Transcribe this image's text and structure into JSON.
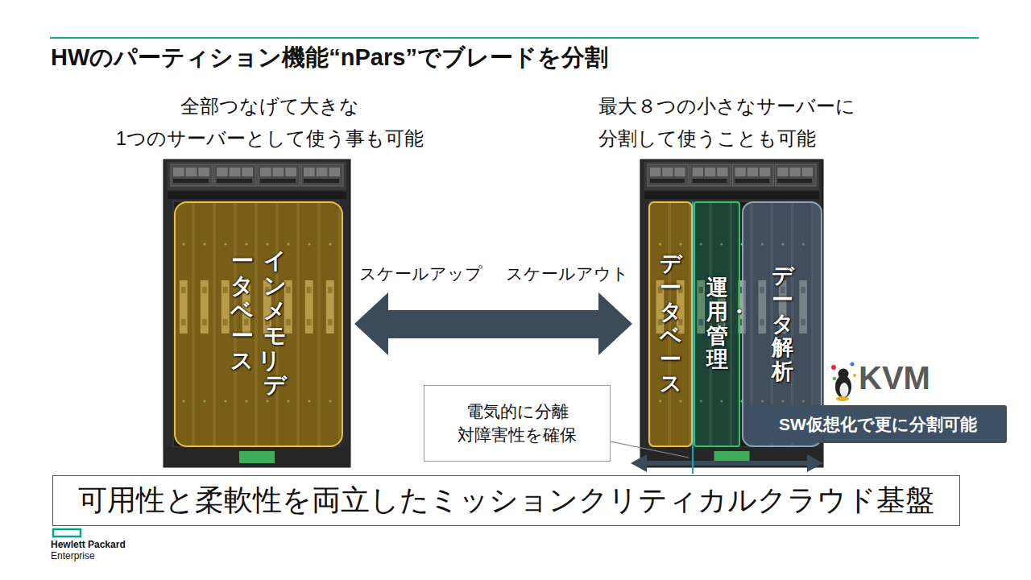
{
  "diagram": {
    "title": "HWのパーティション機能“nPars”でブレードを分割",
    "nodes": [
      {
        "text": [
          "インメモリ データベース"
        ]
      },
      {
        "text": [
          "データベース"
        ]
      },
      {
        "text": [
          "運用・管理"
        ]
      },
      {
        "text": [
          "データ解析"
        ]
      },
      {
        "text": [
          "SW仮想化で更に分割可能"
        ]
      },
      {
        "text": [
          "電気的に分離 対障害性を確保"
        ]
      },
      {
        "text": [
          "可用性と柔軟性を両立したミッションクリティカルクラウド基盤"
        ]
      }
    ],
    "labels": [
      "全部つなげて大きな 1つのサーバーとして使う事も可能",
      "最大８つの小さなサーバーに 分割して使うことも可能",
      "スケールアップ",
      "スケールアウト",
      "KVM",
      "Hewlett Packard",
      "Enterprise"
    ]
  }
}
